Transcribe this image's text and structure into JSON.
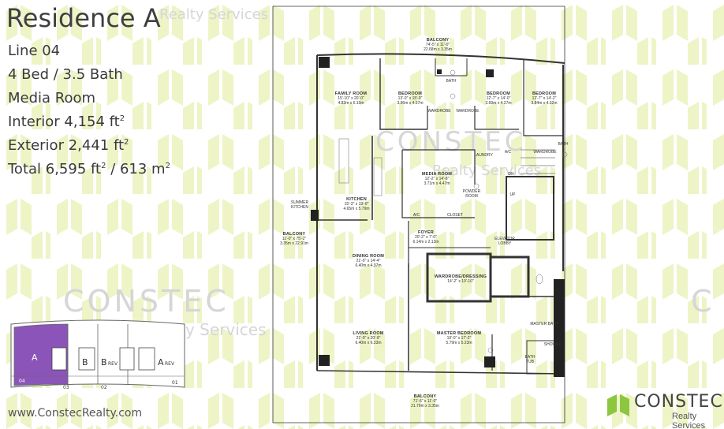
{
  "header": {
    "title": "Residence A",
    "line": "Line 04",
    "bed_bath": "4 Bed / 3.5 Bath",
    "extra_room": "Media Room",
    "interior_label": "Interior 4,154 ft",
    "exterior_label": "Exterior 2,441 ft",
    "total_label": "Total 6,595 ft",
    "total_metric": " / 613 m",
    "squared": "2"
  },
  "watermark": {
    "brand": "CONSTEC",
    "sub": "Realty Services"
  },
  "website": "www.ConstecRealty.com",
  "logo": {
    "name": "CONSTEC",
    "sub": "Realty Services",
    "color": "#8dc63f"
  },
  "colors": {
    "watermark_green": "#eef4c6",
    "keyplan_purple": "#8b54b8"
  },
  "keyplan": {
    "units": [
      "A",
      "B",
      "B",
      "A"
    ],
    "unit_suffixes": [
      "",
      "",
      "REV",
      "REV"
    ],
    "line_numbers": [
      "04",
      "03",
      "02",
      "01"
    ]
  },
  "plan": {
    "rooms": [
      {
        "id": "balcony-top",
        "name": "BALCONY",
        "dims": [
          "74'-5\" x 11'-0\"",
          "22.68m x 3.35m"
        ]
      },
      {
        "id": "family-room",
        "name": "FAMILY ROOM",
        "dims": [
          "15'-10\" x 20'-0\"",
          "4.82m x 6.10m"
        ]
      },
      {
        "id": "bedroom-1",
        "name": "BEDROOM",
        "dims": [
          "13'-0\" x 15'-0\"",
          "3.96m x 4.57m"
        ]
      },
      {
        "id": "bedroom-2",
        "name": "BEDROOM",
        "dims": [
          "12'-7\" x 14'-0\"",
          "3.69m x 4.27m"
        ]
      },
      {
        "id": "bedroom-3",
        "name": "BEDROOM",
        "dims": [
          "12'-7\" x 14'-2\"",
          "3.84m x 4.32m"
        ]
      },
      {
        "id": "media-room",
        "name": "MEDIA ROOM",
        "dims": [
          "12'-2\" x 14'-8\"",
          "3.71m x 4.47m"
        ]
      },
      {
        "id": "kitchen",
        "name": "KITCHEN",
        "dims": [
          "15'-3\" x 19'-0\"",
          "4.65m x 5.79m"
        ]
      },
      {
        "id": "balcony-left",
        "name": "BALCONY",
        "dims": [
          "11'-0\" x 75'-2\"",
          "3.35m x 22.91m"
        ]
      },
      {
        "id": "foyer",
        "name": "FOYER",
        "dims": [
          "20'-2\" x 7'-0\"",
          "6.14m x 2.13m"
        ]
      },
      {
        "id": "dining-room",
        "name": "DINING ROOM",
        "dims": [
          "21'-0\" x 14'-4\"",
          "6.40m x 4.37m"
        ]
      },
      {
        "id": "wardrobe-dressing",
        "name": "WARDROBE/DRESSING",
        "dims": [
          "14'-2\" x 10'-10\""
        ]
      },
      {
        "id": "living-room",
        "name": "LIVING ROOM",
        "dims": [
          "21'-0\" x 20'-9\"",
          "6.40m x 6.33m"
        ]
      },
      {
        "id": "master-bedroom",
        "name": "MASTER BEDROOM",
        "dims": [
          "19'-0\" x 17'-2\"",
          "5.79m x 5.23m"
        ]
      },
      {
        "id": "balcony-bottom",
        "name": "BALCONY",
        "dims": [
          "71'-6\" x 11'-0\"",
          "21.79m x 3.35m"
        ]
      }
    ],
    "labels": {
      "summer_kitchen": "SUMMER KITCHEN",
      "bath": "BATH",
      "bath2": "BATH",
      "wardrobe": "WARDROBE",
      "wardrobe_small": "WARDROBE",
      "laundry": "LAUNDRY",
      "ac": "A/C",
      "ac2": "A/C",
      "dn": "DN",
      "up": "UP",
      "powder_room": "POWDER ROOM",
      "closet": "CLOSET",
      "elevator_lobby": "ELEVATOR LOBBY",
      "master_bath": "MASTER BATH",
      "shower": "SHOWER",
      "bath_tub": "BATH TUB"
    }
  }
}
